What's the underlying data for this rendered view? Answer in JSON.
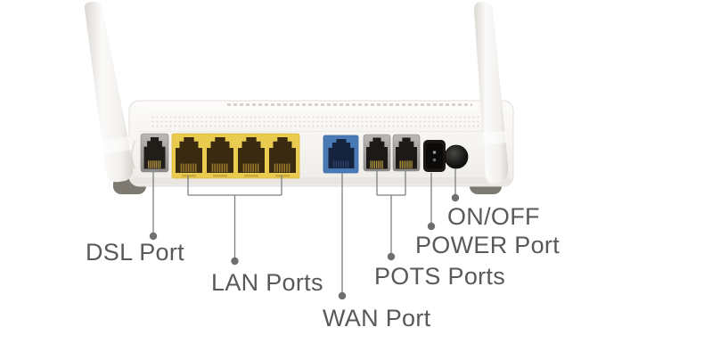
{
  "annotations": {
    "dsl": {
      "label": "DSL Port"
    },
    "lan": {
      "label": "LAN Ports"
    },
    "wan": {
      "label": "WAN Port"
    },
    "pots": {
      "label": "POTS Ports"
    },
    "power": {
      "label": "POWER Port"
    },
    "onoff": {
      "label": "ON/OFF"
    }
  },
  "device": {
    "ports_visible": [
      {
        "name": "DSL",
        "count": 1,
        "panel_color": "#a3a19f"
      },
      {
        "name": "LAN",
        "count": 4,
        "panel_color": "#e8cb4f"
      },
      {
        "name": "WAN",
        "count": 1,
        "panel_color": "#4a7ab5"
      },
      {
        "name": "POTS",
        "count": 2,
        "panel_color": "#a3a19f"
      },
      {
        "name": "POWER",
        "count": 1,
        "panel_color": "#1b1815"
      },
      {
        "name": "ON/OFF",
        "count": 1,
        "panel_color": "#141414"
      }
    ],
    "antennas": 2
  },
  "colors": {
    "background": "#ffffff",
    "body_white": "#f2f0ed",
    "label_text": "#595959",
    "leader_line": "#7f7f7f",
    "leader_dot": "#6e6e6e",
    "lan_panel_yellow": "#e8cb4f",
    "wan_panel_blue": "#4a7ab5",
    "port_bezel_gray": "#a8a6a4",
    "jack_dark": "#211d19",
    "pin_gold": "#b99a43"
  }
}
